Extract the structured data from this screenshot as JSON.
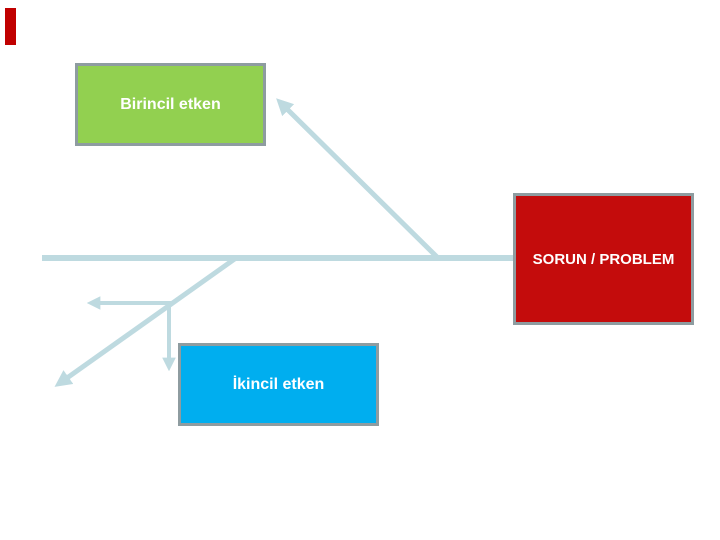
{
  "slide": {
    "background": "#FFFFFF",
    "accent_bar_color": "#C00000"
  },
  "diagram": {
    "type": "fishbone-cause-effect",
    "problem_box": {
      "label": "SORUN / PROBLEM",
      "fill": "#C40C0C",
      "text_color": "#FFFFFF"
    },
    "primary_factor_box": {
      "label": "Birincil etken",
      "fill": "#92D050",
      "text_color": "#FFFFFF"
    },
    "secondary_factor_box": {
      "label": "İkincil etken",
      "fill": "#00AEEF",
      "text_color": "#FFFFFF"
    },
    "line_color": "#BEDAE0",
    "box_border_color": "#8E9CA0"
  }
}
